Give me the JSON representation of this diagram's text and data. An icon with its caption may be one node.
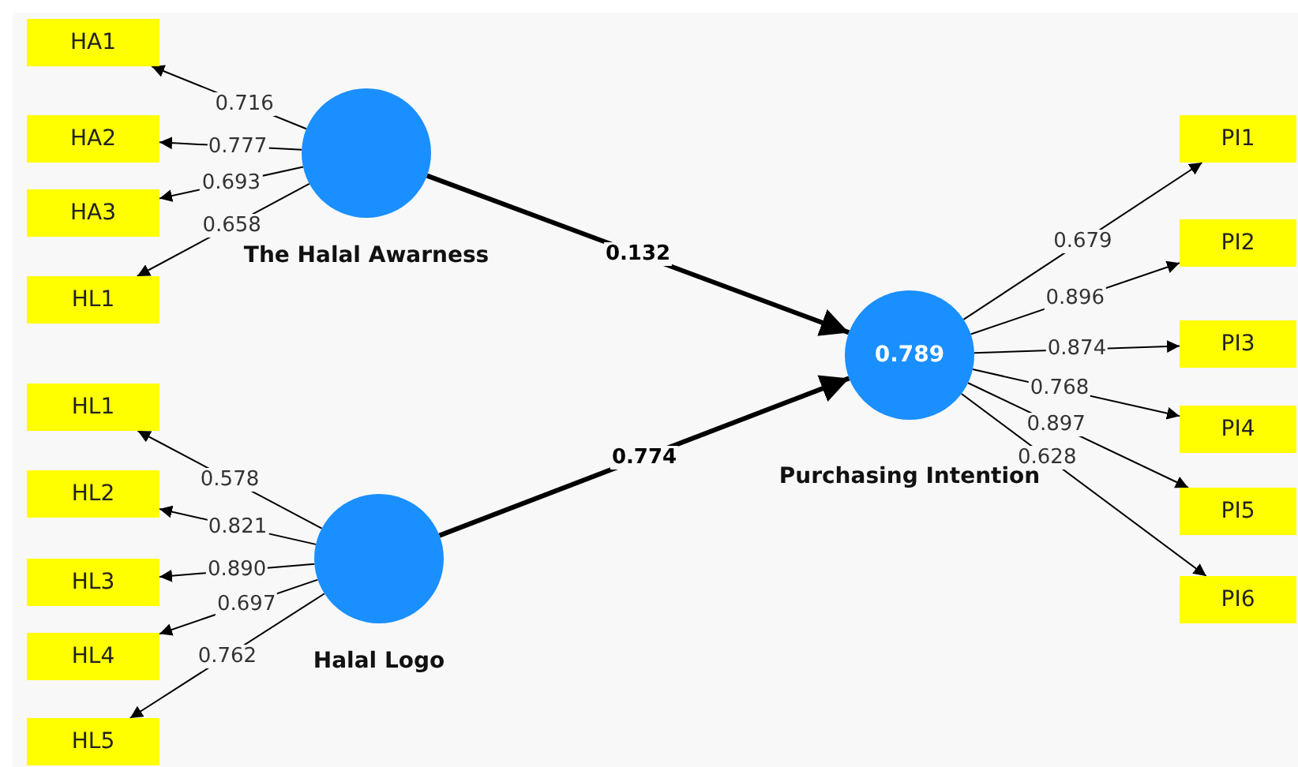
{
  "diagram": {
    "nodes": [
      {
        "text": [
          "HA1"
        ]
      },
      {
        "text": [
          "HA2"
        ]
      },
      {
        "text": [
          "HA3"
        ]
      },
      {
        "text": [
          "HL1"
        ]
      },
      {
        "text": [
          "The Halal Awarness"
        ]
      },
      {
        "text": [
          "HL1"
        ]
      },
      {
        "text": [
          "HL2"
        ]
      },
      {
        "text": [
          "HL3"
        ]
      },
      {
        "text": [
          "HL4"
        ]
      },
      {
        "text": [
          "HL5"
        ]
      },
      {
        "text": [
          "Halal Logo"
        ]
      },
      {
        "text": [
          "0.789",
          "Purchasing Intention"
        ]
      },
      {
        "text": [
          "PI1"
        ]
      },
      {
        "text": [
          "PI2"
        ]
      },
      {
        "text": [
          "PI3"
        ]
      },
      {
        "text": [
          "PI4"
        ]
      },
      {
        "text": [
          "PI5"
        ]
      },
      {
        "text": [
          "PI6"
        ]
      }
    ],
    "edges": [
      {
        "from": 4,
        "to": 0,
        "arrow": "to",
        "label": "0.716"
      },
      {
        "from": 4,
        "to": 1,
        "arrow": "to",
        "label": "0.777"
      },
      {
        "from": 4,
        "to": 2,
        "arrow": "to",
        "label": "0.693"
      },
      {
        "from": 4,
        "to": 3,
        "arrow": "to",
        "label": "0.658"
      },
      {
        "from": 10,
        "to": 5,
        "arrow": "to",
        "label": "0.578"
      },
      {
        "from": 10,
        "to": 6,
        "arrow": "to",
        "label": "0.821"
      },
      {
        "from": 10,
        "to": 7,
        "arrow": "to",
        "label": "0.890"
      },
      {
        "from": 10,
        "to": 8,
        "arrow": "to",
        "label": "0.697"
      },
      {
        "from": 10,
        "to": 9,
        "arrow": "to",
        "label": "0.762"
      },
      {
        "from": 4,
        "to": 11,
        "arrow": "to",
        "label": "0.132",
        "style": "thick"
      },
      {
        "from": 10,
        "to": 11,
        "arrow": "to",
        "label": "0.774",
        "style": "thick"
      },
      {
        "from": 11,
        "to": 12,
        "arrow": "to",
        "label": "0.679"
      },
      {
        "from": 11,
        "to": 13,
        "arrow": "to",
        "label": "0.896"
      },
      {
        "from": 11,
        "to": 14,
        "arrow": "to",
        "label": "0.874"
      },
      {
        "from": 11,
        "to": 15,
        "arrow": "to",
        "label": "0.768"
      },
      {
        "from": 11,
        "to": 16,
        "arrow": "to",
        "label": "0.897"
      },
      {
        "from": 11,
        "to": 17,
        "arrow": "to",
        "label": "0.628"
      }
    ]
  }
}
